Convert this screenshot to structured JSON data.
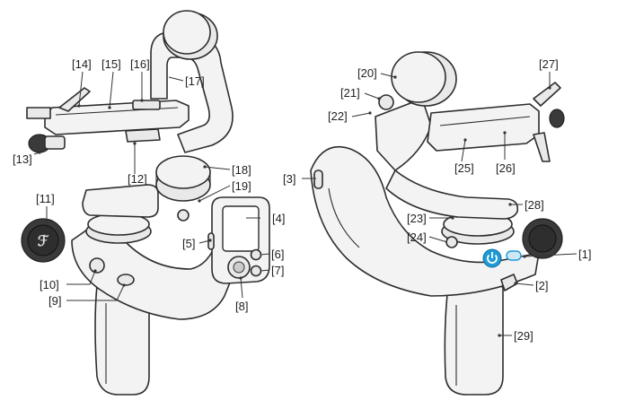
{
  "diagram": {
    "front_view": {
      "callouts": [
        {
          "id": "13",
          "label": "[13]"
        },
        {
          "id": "14",
          "label": "[14]"
        },
        {
          "id": "15",
          "label": "[15]"
        },
        {
          "id": "16",
          "label": "[16]"
        },
        {
          "id": "17",
          "label": "[17]"
        },
        {
          "id": "12",
          "label": "[12]"
        },
        {
          "id": "18",
          "label": "[18]"
        },
        {
          "id": "19",
          "label": "[19]"
        },
        {
          "id": "11",
          "label": "[11]"
        },
        {
          "id": "4",
          "label": "[4]"
        },
        {
          "id": "5",
          "label": "[5]"
        },
        {
          "id": "6",
          "label": "[6]"
        },
        {
          "id": "7",
          "label": "[7]"
        },
        {
          "id": "8",
          "label": "[8]"
        },
        {
          "id": "10",
          "label": "[10]"
        },
        {
          "id": "9",
          "label": "[9]"
        }
      ]
    },
    "back_view": {
      "callouts": [
        {
          "id": "20",
          "label": "[20]"
        },
        {
          "id": "21",
          "label": "[21]"
        },
        {
          "id": "22",
          "label": "[22]"
        },
        {
          "id": "27",
          "label": "[27]"
        },
        {
          "id": "3",
          "label": "[3]"
        },
        {
          "id": "25",
          "label": "[25]"
        },
        {
          "id": "26",
          "label": "[26]"
        },
        {
          "id": "28",
          "label": "[28]"
        },
        {
          "id": "23",
          "label": "[23]"
        },
        {
          "id": "24",
          "label": "[24]"
        },
        {
          "id": "1",
          "label": "[1]"
        },
        {
          "id": "2",
          "label": "[2]"
        },
        {
          "id": "29",
          "label": "[29]"
        }
      ]
    },
    "colors": {
      "power_button": "#1e9ad6",
      "outline": "#2d2d2d",
      "body_fill": "#f3f3f3"
    },
    "icons": [
      "power-icon",
      "brand-logo-icon"
    ]
  }
}
